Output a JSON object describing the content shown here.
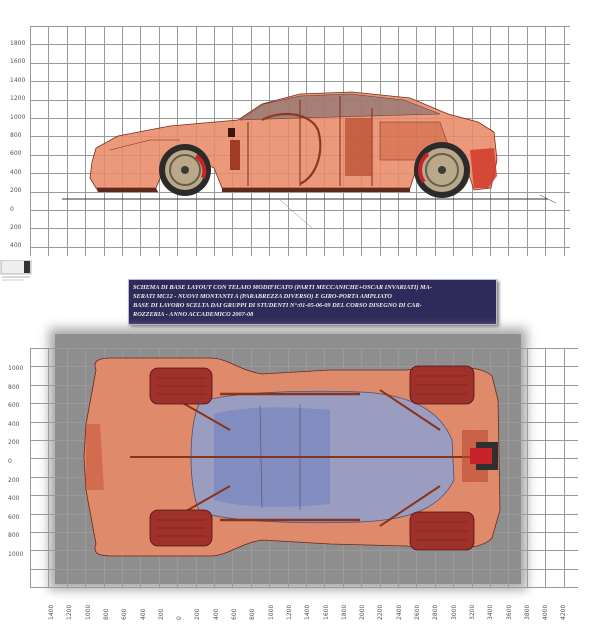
{
  "side_view": {
    "y_labels": [
      "1800",
      "1600",
      "1400",
      "1200",
      "1000",
      "800",
      "600",
      "400",
      "200",
      "0",
      "200",
      "400"
    ]
  },
  "caption": {
    "lines": [
      "SCHEMA DI BASE LAYOUT CON TELAIO MODIFICATO (PARTI MECCANICHE+OSCAR INVARIATI) MA-",
      "SERATI MC12 - NUOVI MONTANTI A (PARABREZZA DIVERSO) E GIRO-PORTA AMPLIATO",
      "BASE DI LAVORO SCELTA DAI GRUPPI DI STUDENTI N°:01-05-06-09 DEL CORSO DISEGNO DI CAR-",
      "ROZZERIA - ANNO ACCADEMICO 2007-08"
    ]
  },
  "top_view": {
    "y_labels": [
      "1000",
      "800",
      "600",
      "400",
      "200",
      "0",
      "200",
      "400",
      "600",
      "800",
      "1000"
    ],
    "x_labels": [
      "1400",
      "1200",
      "1000",
      "800",
      "600",
      "400",
      "200",
      "0",
      "200",
      "400",
      "600",
      "800",
      "1000",
      "1200",
      "1400",
      "1600",
      "1800",
      "2000",
      "2200",
      "2400",
      "2600",
      "2800",
      "3000",
      "3200",
      "3400",
      "3600",
      "3800",
      "4000",
      "4200"
    ]
  },
  "colors": {
    "body_tint": "#e98a68",
    "grid": "#9a9a9a",
    "caption_bg": "#2e2a5a",
    "cabin_blue": "#8ea0cf",
    "tire_red": "#a0302a"
  }
}
